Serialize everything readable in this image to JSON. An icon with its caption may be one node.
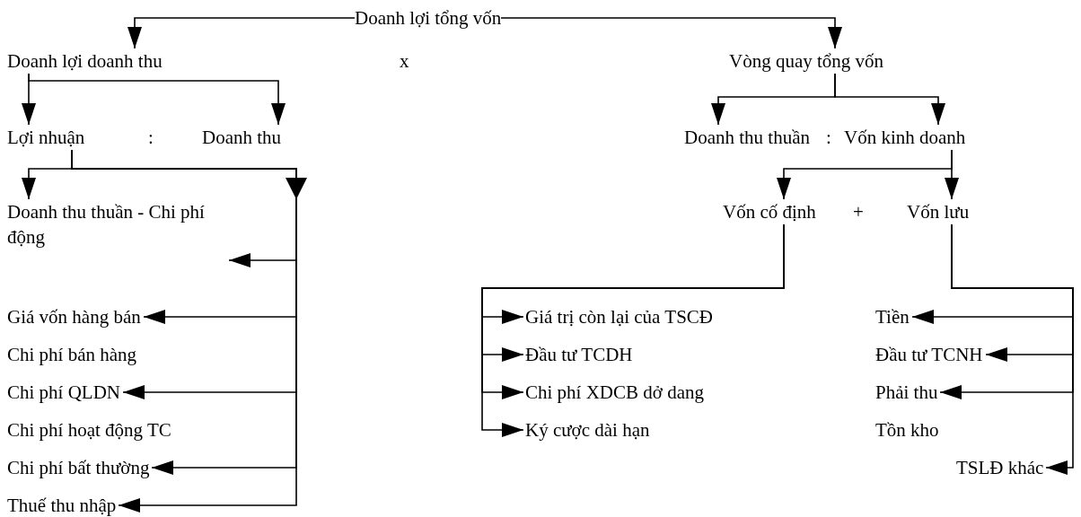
{
  "diagram": {
    "nodes": [
      {
        "text": [
          "Doanh lợi tổng vốn"
        ]
      },
      {
        "text": [
          "Doanh lợi doanh thu"
        ]
      },
      {
        "text": [
          "Vòng quay tổng vốn"
        ]
      },
      {
        "text": [
          "Lợi nhuận"
        ]
      },
      {
        "text": [
          "Doanh thu"
        ]
      },
      {
        "text": [
          "Doanh thu thuần - Chi phí động"
        ]
      },
      {
        "text": [
          "Giá vốn hàng bán"
        ]
      },
      {
        "text": [
          "Chi phí bán hàng"
        ]
      },
      {
        "text": [
          "Chi phí QLDN"
        ]
      },
      {
        "text": [
          "Chi phí hoạt động TC"
        ]
      },
      {
        "text": [
          "Chi phí bất thường"
        ]
      },
      {
        "text": [
          "Thuế thu nhập"
        ]
      },
      {
        "text": [
          "Doanh thu thuần"
        ]
      },
      {
        "text": [
          "Vốn kinh doanh"
        ]
      },
      {
        "text": [
          "Vốn cố định"
        ]
      },
      {
        "text": [
          "Vốn lưu"
        ]
      },
      {
        "text": [
          "Giá trị  còn lại của TSCĐ"
        ]
      },
      {
        "text": [
          "Đầu tư TCDH"
        ]
      },
      {
        "text": [
          "Chi phí XDCB dở dang"
        ]
      },
      {
        "text": [
          "Ký cược dài hạn"
        ]
      },
      {
        "text": [
          "Tiền"
        ]
      },
      {
        "text": [
          "Đầu tư TCNH"
        ]
      },
      {
        "text": [
          "Phải thu"
        ]
      },
      {
        "text": [
          "Tồn kho"
        ]
      },
      {
        "text": [
          "TSLĐ khác"
        ]
      }
    ],
    "edges": [
      {
        "from": 0,
        "to": 1,
        "arrow": "to"
      },
      {
        "from": 0,
        "to": 2,
        "arrow": "to"
      },
      {
        "from": 1,
        "to": 3,
        "arrow": "to"
      },
      {
        "from": 1,
        "to": 4,
        "arrow": "to"
      },
      {
        "from": 3,
        "to": 5,
        "arrow": "to"
      },
      {
        "from": 3,
        "to": 5,
        "arrow": "to"
      },
      {
        "from": 3,
        "to": 6,
        "arrow": "to"
      },
      {
        "from": 3,
        "to": 8,
        "arrow": "to"
      },
      {
        "from": 3,
        "to": 10,
        "arrow": "to"
      },
      {
        "from": 3,
        "to": 11,
        "arrow": "to"
      },
      {
        "from": 2,
        "to": 12,
        "arrow": "to"
      },
      {
        "from": 2,
        "to": 13,
        "arrow": "to"
      },
      {
        "from": 13,
        "to": 14,
        "arrow": "to"
      },
      {
        "from": 13,
        "to": 15,
        "arrow": "to"
      },
      {
        "from": 14,
        "to": 16,
        "arrow": "to"
      },
      {
        "from": 14,
        "to": 17,
        "arrow": "to"
      },
      {
        "from": 14,
        "to": 18,
        "arrow": "to"
      },
      {
        "from": 14,
        "to": 19,
        "arrow": "to"
      },
      {
        "from": 15,
        "to": 20,
        "arrow": "to"
      },
      {
        "from": 15,
        "to": 21,
        "arrow": "to"
      },
      {
        "from": 15,
        "to": 22,
        "arrow": "to"
      },
      {
        "from": 15,
        "to": 24,
        "arrow": "to"
      }
    ],
    "labels": [
      "x",
      ":",
      ":",
      "+"
    ]
  }
}
